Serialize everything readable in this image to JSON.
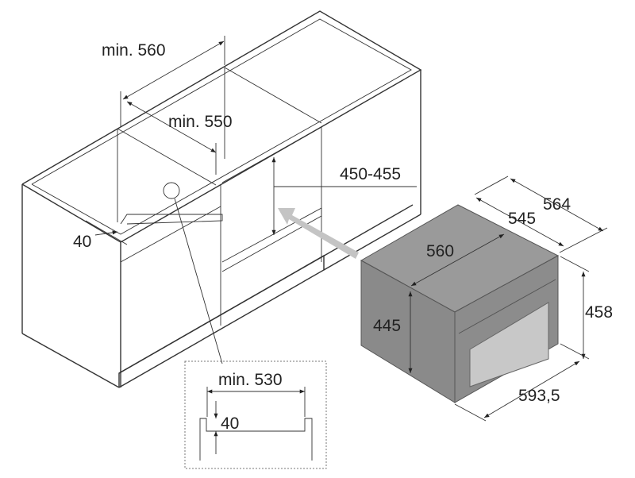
{
  "diagram": {
    "labels": {
      "cabinet_width_min": "min. 560",
      "cabinet_inner_width_min": "min. 550",
      "niche_height": "450-455",
      "shelf_depth": "40",
      "depth_total": "564",
      "depth_body": "545",
      "body_width": "560",
      "body_height": "445",
      "front_height": "458",
      "front_width": "593,5",
      "detail_width_min": "min. 530",
      "detail_height": "40"
    },
    "colors": {
      "appliance_body": "#8c8c8c",
      "appliance_top": "#9a9a9a",
      "window": "#c8c8c8",
      "arrow": "#c4c4c4",
      "line": "#333333"
    }
  }
}
